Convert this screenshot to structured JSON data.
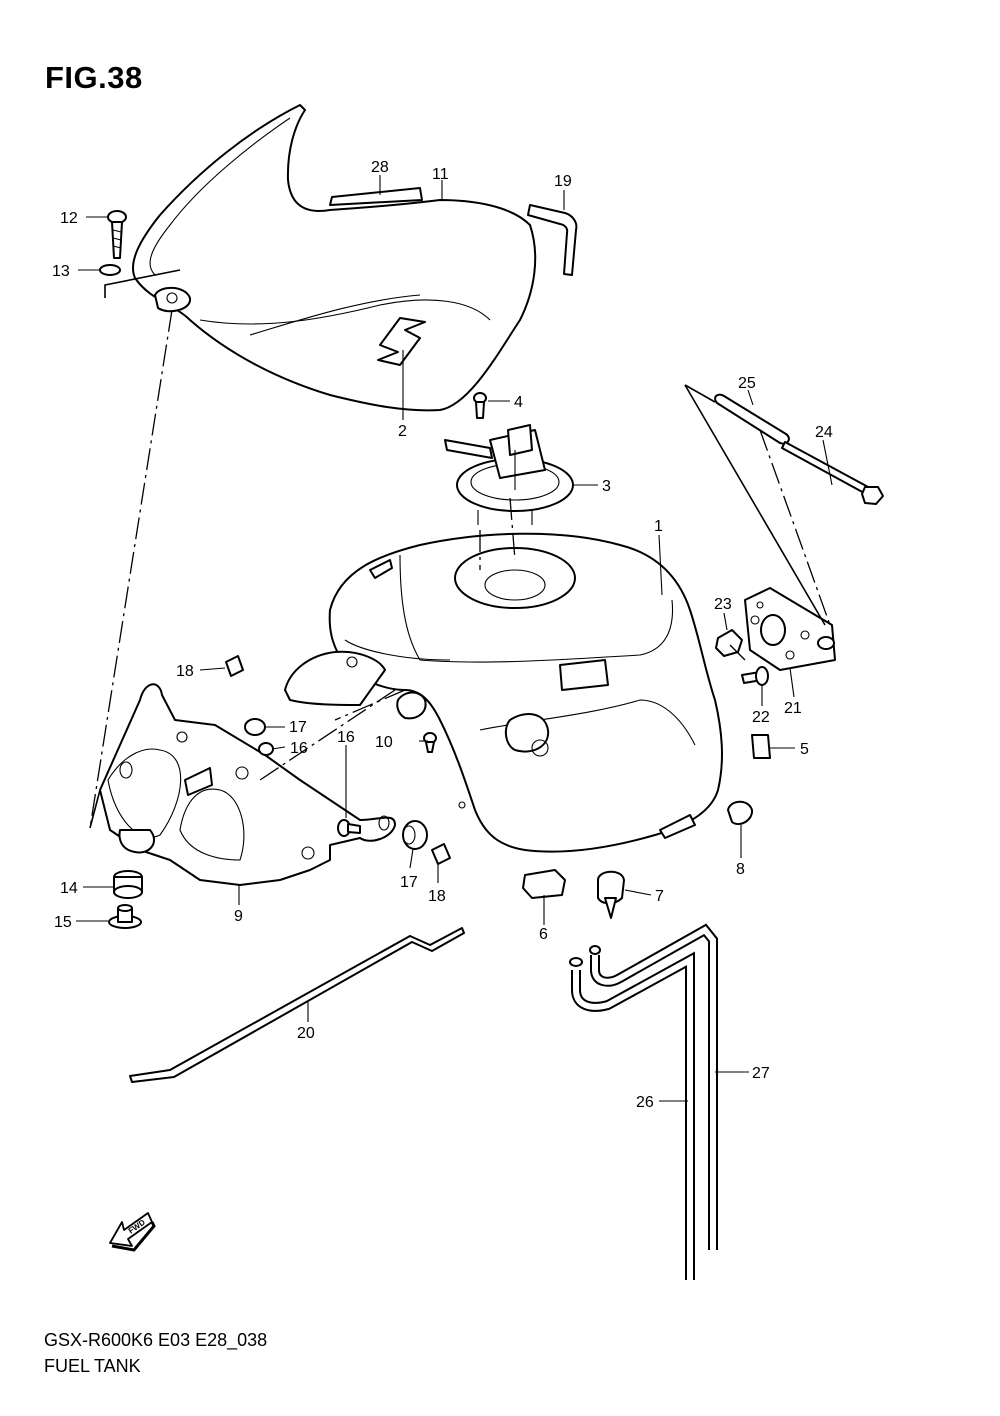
{
  "figure": {
    "title": "FIG.38"
  },
  "footer": {
    "model_code": "GSX-R600K6 E03 E28_038",
    "caption": "FUEL TANK"
  },
  "parts": {
    "p1": "1",
    "p2": "2",
    "p3": "3",
    "p4": "4",
    "p5": "5",
    "p6": "6",
    "p7": "7",
    "p8": "8",
    "p9": "9",
    "p10": "10",
    "p11": "11",
    "p12": "12",
    "p13": "13",
    "p14": "14",
    "p15": "15",
    "p16": "16",
    "p17": "17",
    "p18": "18",
    "p19": "19",
    "p20": "20",
    "p21": "21",
    "p22": "22",
    "p23": "23",
    "p24": "24",
    "p25": "25",
    "p26": "26",
    "p27": "27",
    "p28": "28"
  },
  "fwd_label": "FWD",
  "colors": {
    "line": "#000000",
    "background": "#ffffff"
  }
}
